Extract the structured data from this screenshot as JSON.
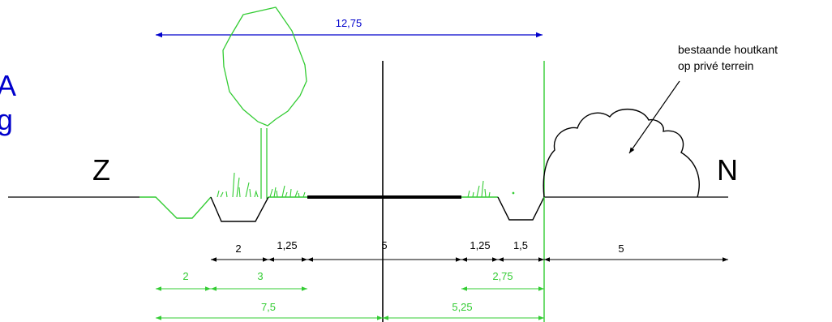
{
  "colors": {
    "black": "#000000",
    "green": "#33cc33",
    "blue": "#0000cc",
    "bg": "#ffffff"
  },
  "left_edge_text": {
    "line1": "A",
    "line2": "g"
  },
  "orientation": {
    "south": "Z",
    "north": "N"
  },
  "total_width": "12,75",
  "annotation": {
    "line1": "bestaande houtkant",
    "line2": "op privé terrein"
  },
  "dimensions_black": [
    "2",
    "1,25",
    "5",
    "1,25",
    "1,5",
    "5"
  ],
  "dimensions_green_row1": [
    "2",
    "3",
    "2,75"
  ],
  "dimensions_green_row2": [
    "7,5",
    "5,25"
  ]
}
